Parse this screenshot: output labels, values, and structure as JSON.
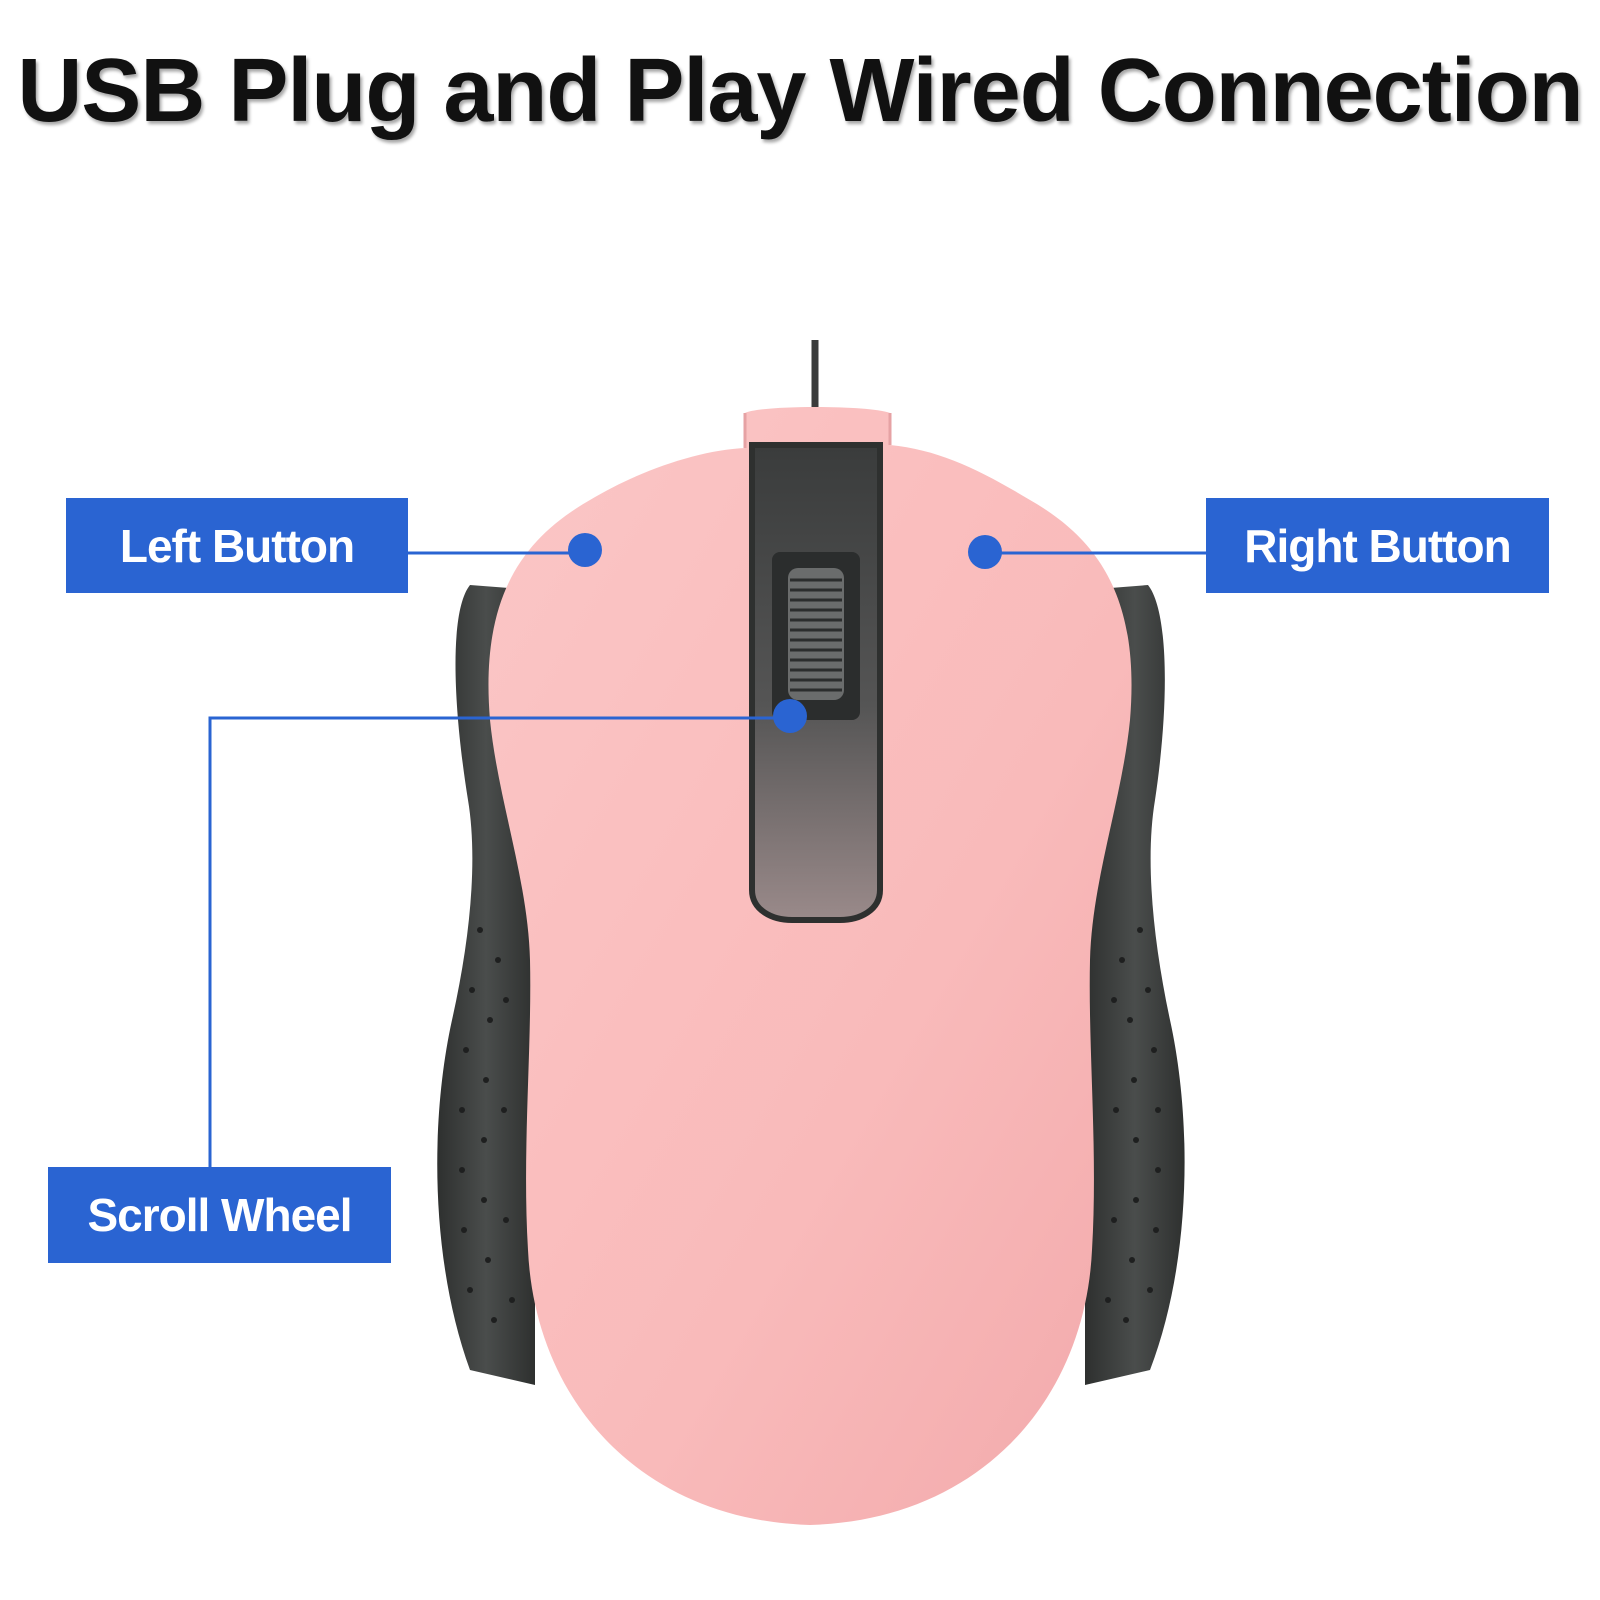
{
  "title": "USB Plug and Play Wired Connection",
  "callouts": {
    "left_button": "Left Button",
    "right_button": "Right Button",
    "scroll_wheel": "Scroll Wheel"
  },
  "colors": {
    "callout_blue": "#2a64d2",
    "mouse_pink": "#f8b7b8",
    "mouse_dark": "#3c3f3e"
  }
}
